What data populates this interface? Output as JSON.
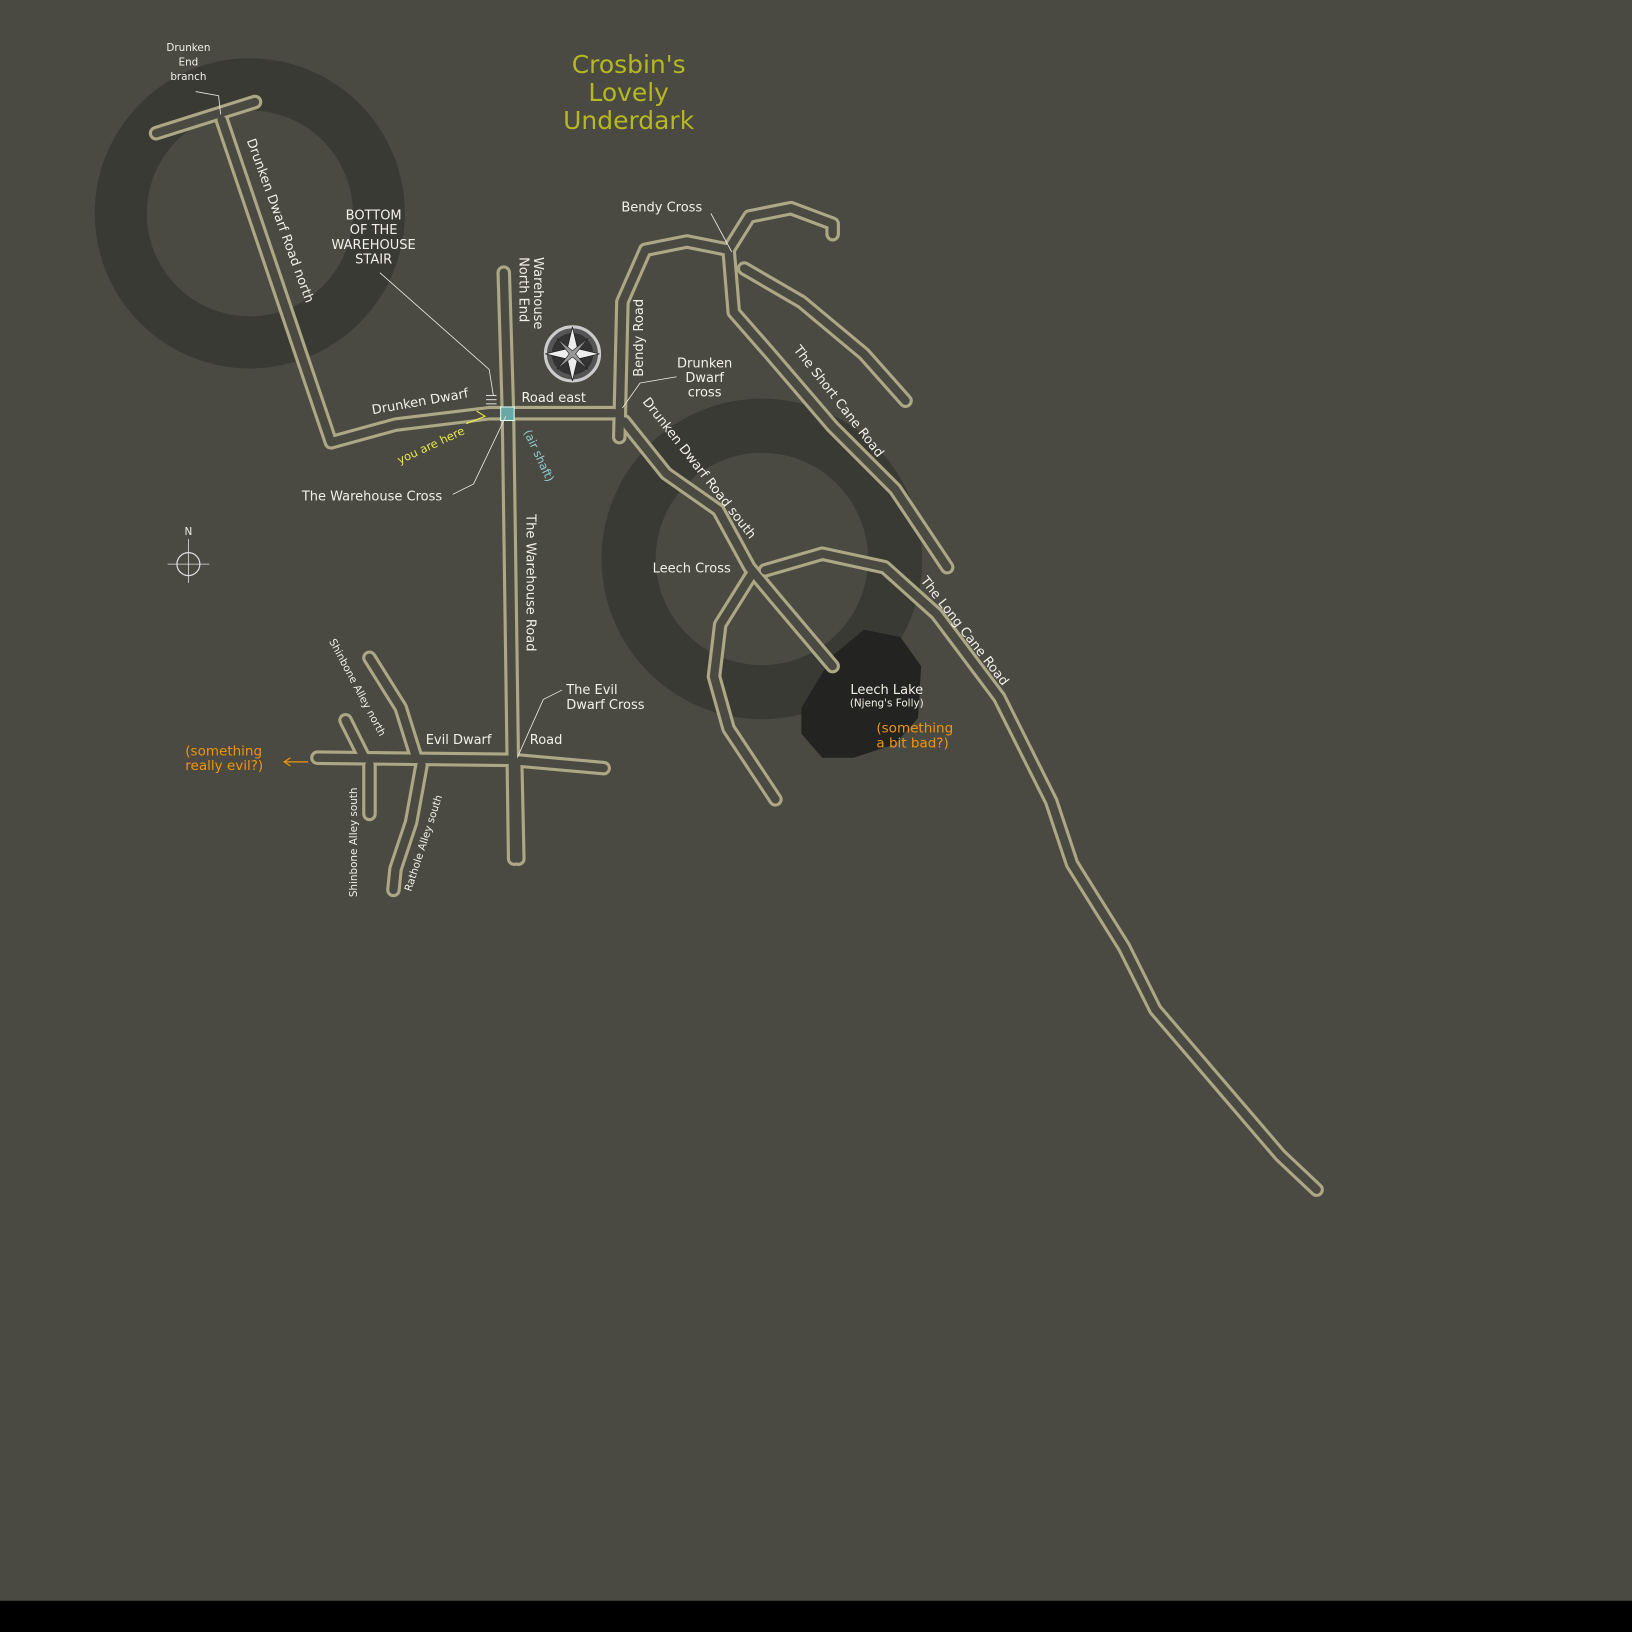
{
  "title": [
    "Crosbin's",
    "Lovely",
    "Underdark"
  ],
  "labels": {
    "drunken_end_branch": [
      "Drunken",
      "End",
      "branch"
    ],
    "drunken_dwarf_road_north": "Drunken Dwarf Road  north",
    "bottom_stair": [
      "BOTTOM",
      "OF THE",
      "WAREHOUSE",
      "STAIR"
    ],
    "warehouse_north_end": [
      "Warehouse",
      "North End"
    ],
    "drunken_dwarf": "Drunken Dwarf",
    "road_east": "Road east",
    "you_are_here": "you are here",
    "air_shaft": "(air shaft)",
    "warehouse_cross": "The Warehouse Cross",
    "bendy_cross": "Bendy Cross",
    "bendy_road": "Bendy Road",
    "drunken_dwarf_cross": [
      "Drunken",
      "Dwarf",
      "cross"
    ],
    "drunken_dwarf_road_south": "Drunken Dwarf Road  south",
    "short_cane_road": "The Short Cane Road",
    "long_cane_road": "The Long Cane Road",
    "leech_cross": "Leech Cross",
    "leech_lake": "Leech Lake",
    "njengs_folly": "(Njeng's Folly)",
    "something_bad": [
      "(something",
      "a bit bad?)"
    ],
    "warehouse_road": "The Warehouse Road",
    "evil_dwarf_cross": [
      "The Evil",
      "Dwarf Cross"
    ],
    "evil_dwarf": "Evil Dwarf",
    "road": "Road",
    "something_evil": [
      "(something",
      "really evil?)"
    ],
    "shinbone_north": "Shinbone Alley north",
    "shinbone_south": "Shinbone Alley south",
    "rathole_south": "Rathole Alley south",
    "north_marker": "N"
  },
  "colors": {
    "background": "#4a4a42",
    "road": "#aca785",
    "title": "#b5b820",
    "warning": "#f0940c",
    "you_are_here": "#e8e84a"
  }
}
